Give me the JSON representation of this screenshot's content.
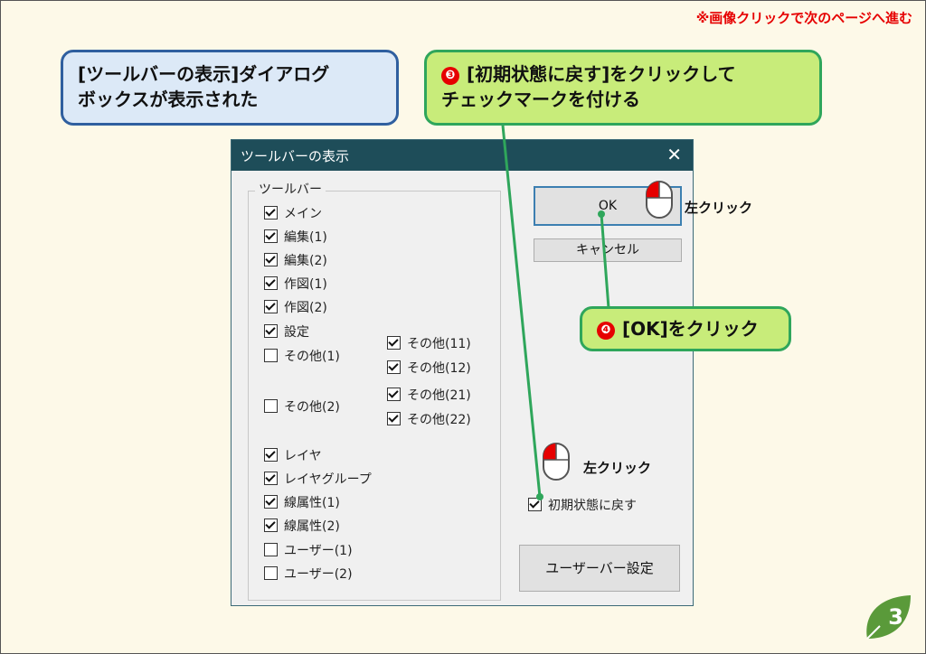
{
  "hint": "※画像クリックで次のページへ進む",
  "callout_dialog": {
    "line1": "[ツールバーの表示]ダイアログ",
    "line2": "ボックスが表示された"
  },
  "callout_step3": {
    "number": "❸",
    "line1": "[初期状態に戻す]をクリックして",
    "line2": "チェックマークを付ける"
  },
  "callout_step4": {
    "number": "❹",
    "text": "[OK]をクリック"
  },
  "mouse_label": "左クリック",
  "dialog": {
    "title": "ツールバーの表示",
    "close_glyph": "✕",
    "group_label": "ツールバー",
    "col1": [
      {
        "label": "メイン",
        "checked": true
      },
      {
        "label": "編集(1)",
        "checked": true
      },
      {
        "label": "編集(2)",
        "checked": true
      },
      {
        "label": "作図(1)",
        "checked": true
      },
      {
        "label": "作図(2)",
        "checked": true
      },
      {
        "label": "設定",
        "checked": true
      },
      {
        "label": "その他(1)",
        "checked": false
      },
      {
        "label": "その他(2)",
        "checked": false
      },
      {
        "label": "レイヤ",
        "checked": true
      },
      {
        "label": "レイヤグループ",
        "checked": true
      },
      {
        "label": "線属性(1)",
        "checked": true
      },
      {
        "label": "線属性(2)",
        "checked": true
      },
      {
        "label": "ユーザー(1)",
        "checked": false
      },
      {
        "label": "ユーザー(2)",
        "checked": false
      }
    ],
    "col2": [
      {
        "label": "その他(11)",
        "checked": true
      },
      {
        "label": "その他(12)",
        "checked": true
      },
      {
        "label": "その他(21)",
        "checked": true
      },
      {
        "label": "その他(22)",
        "checked": true
      }
    ],
    "ok_label": "OK",
    "cancel_label": "キャンセル",
    "reset": {
      "label": "初期状態に戻す",
      "checked": true
    },
    "user_bar_label": "ユーザーバー設定"
  },
  "page_number": "3",
  "colors": {
    "accent_red": "#e60000",
    "dialog_title_bg": "#1e4d59",
    "callout_green": "#c8ec7a",
    "callout_blue": "#dce9f7",
    "leaf": "#5a9a3a"
  }
}
